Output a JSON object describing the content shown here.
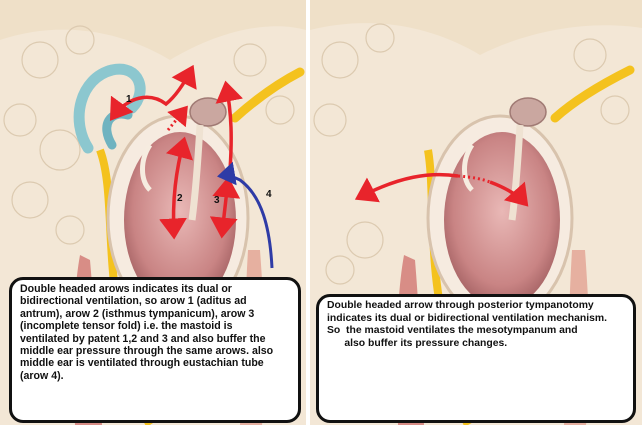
{
  "colors": {
    "arrow": "#e8242b",
    "eustachian_arrow": "#2e3ba6",
    "facial_nerve": "#f4c21e",
    "background": "#f3e7d6",
    "caption_border": "#111111"
  },
  "left_panel": {
    "arrow_labels": [
      "1",
      "2",
      "3",
      "4"
    ],
    "caption_lines": [
      "Double headed arows indicates its dual or",
      "bidirectional ventilation, so arow 1 (aditus ad",
      "antrum), arow 2 (isthmus tympanicum), arow 3",
      "(incomplete tensor fold) i.e. the mastoid is",
      "ventilated by patent 1,2 and 3 and also buffer the",
      "middle ear pressure through the same arows. also",
      "middle ear is ventilated through eustachian tube",
      "(arow 4)."
    ]
  },
  "right_panel": {
    "caption_lines": [
      "Double headed arrow through posterior tympanotomy",
      "indicates its dual or bidirectional ventilation mechanism.",
      "So  the mastoid ventilates the mesotympanum and",
      "      also buffer its pressure changes."
    ]
  }
}
